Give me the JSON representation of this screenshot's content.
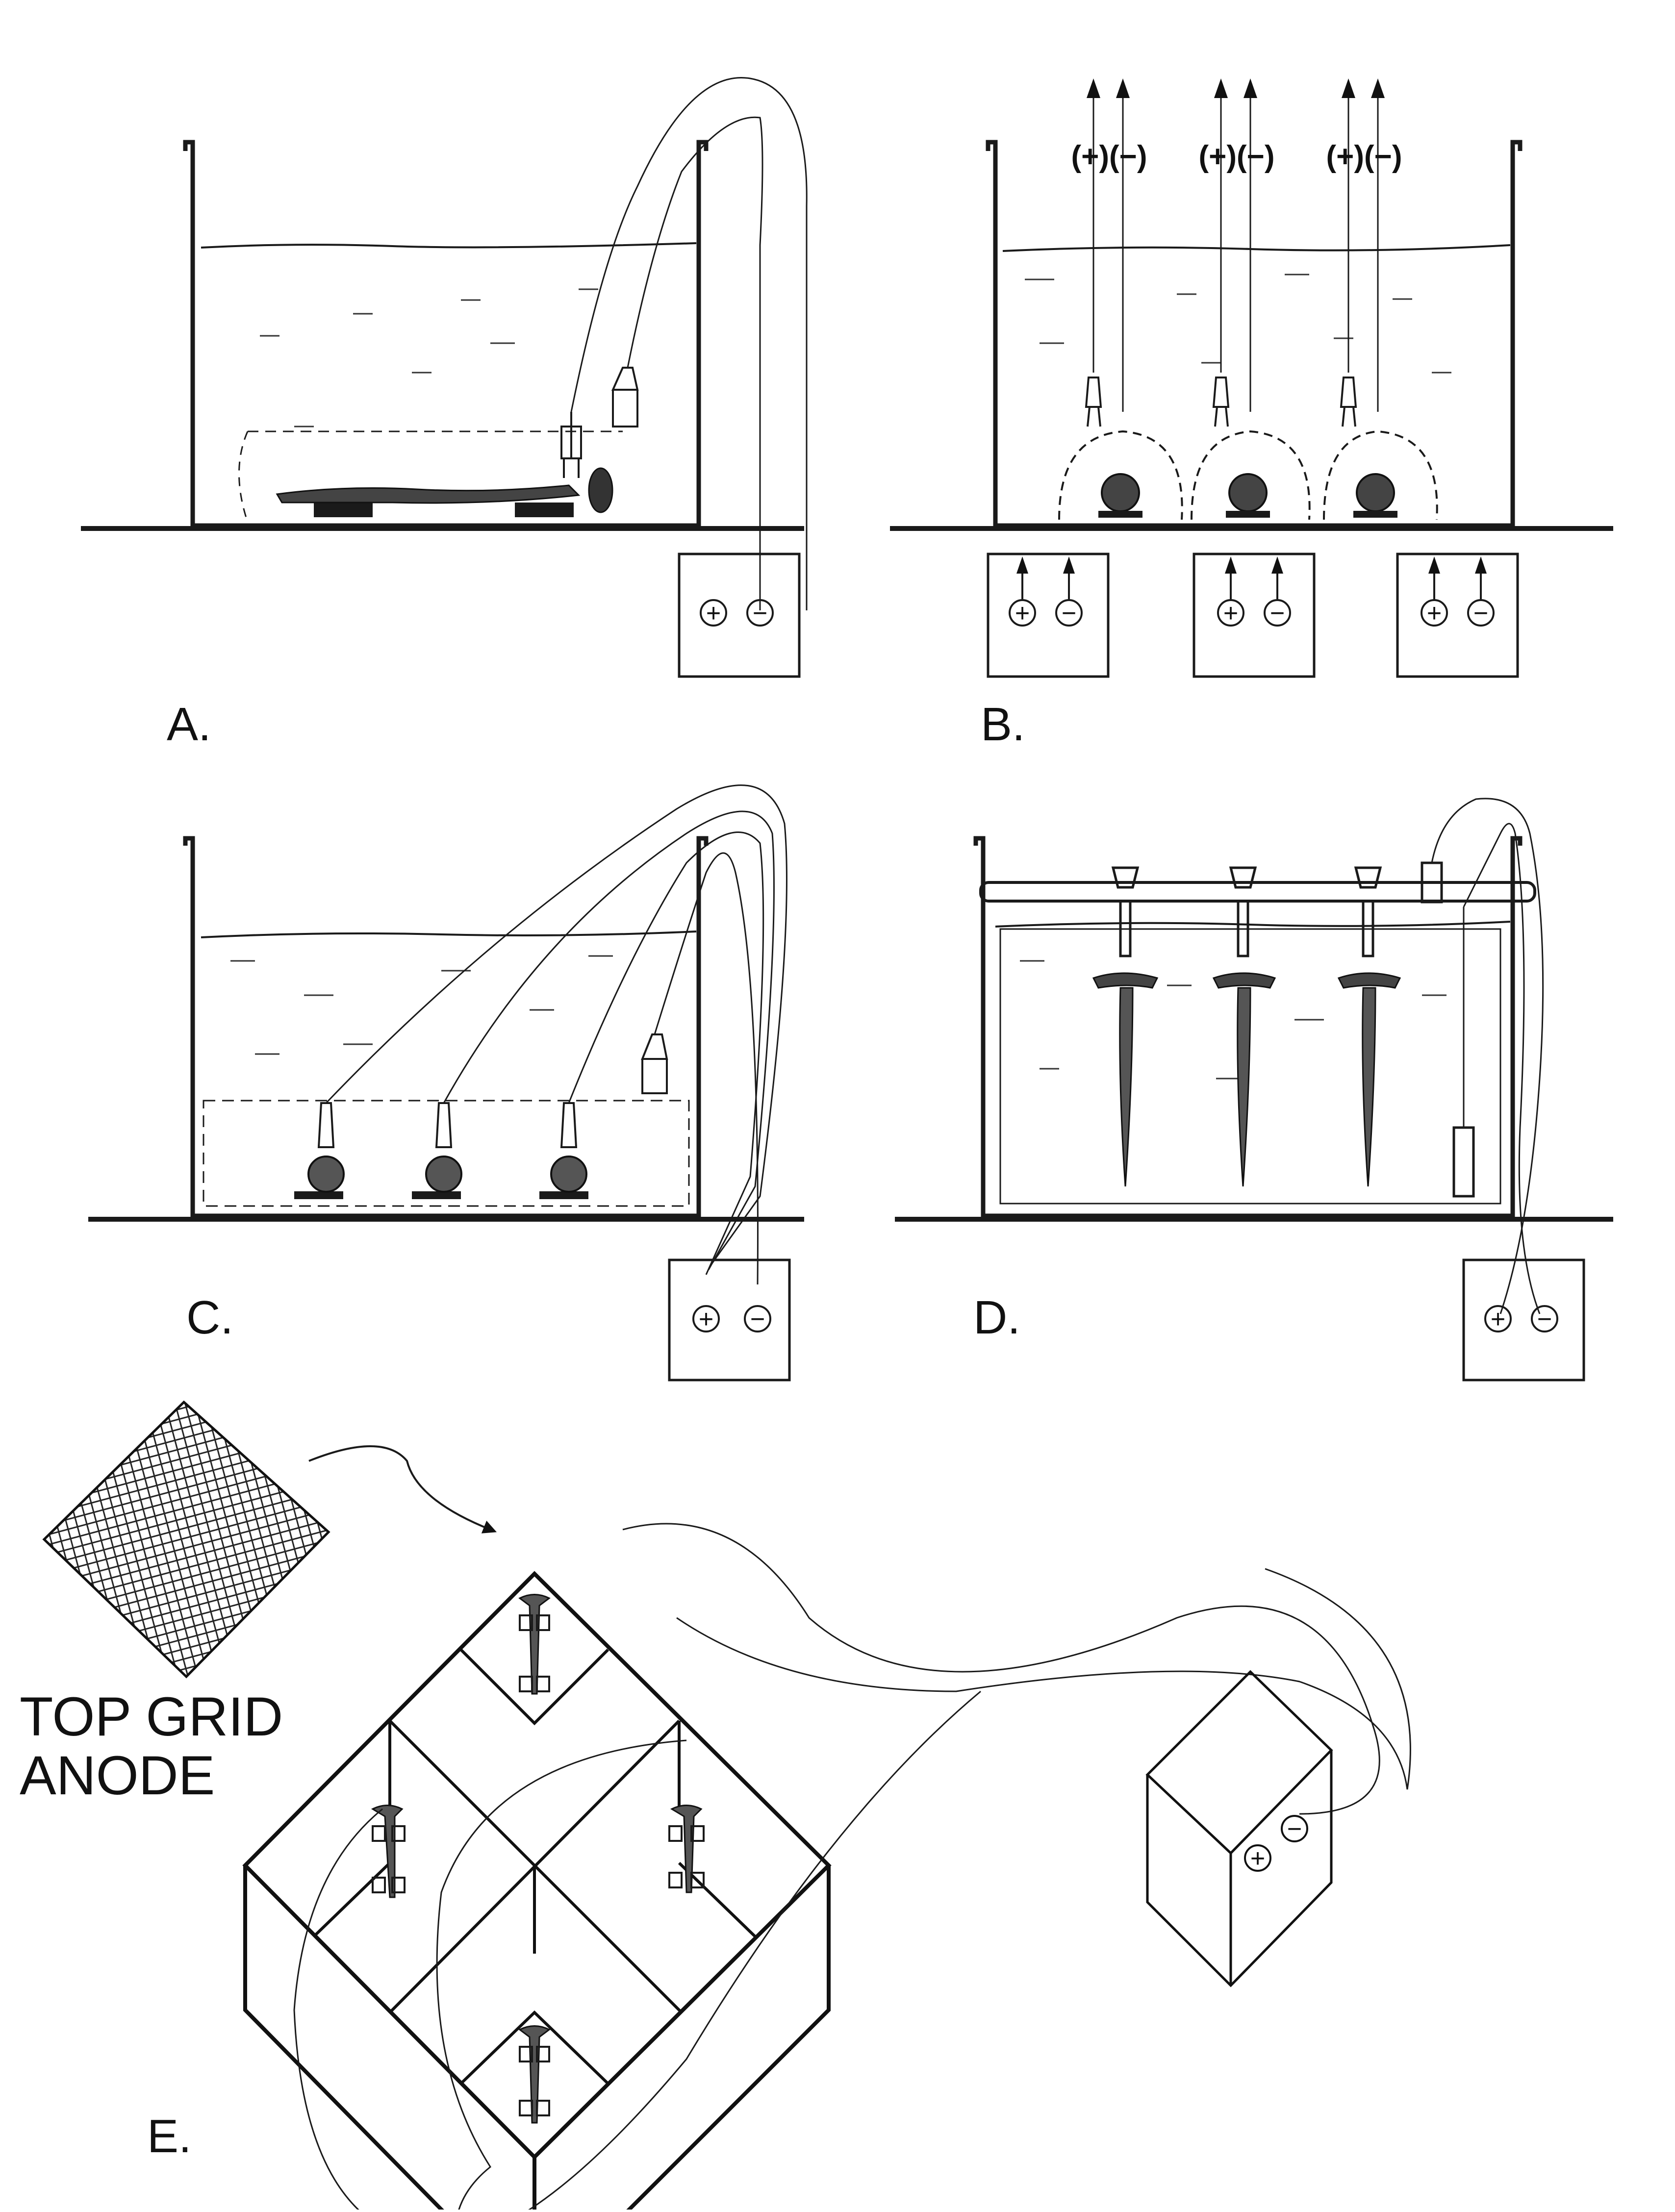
{
  "panels": {
    "a": {
      "label": "A."
    },
    "b": {
      "label": "B.",
      "polarity": [
        "(+)(−)",
        "(+)(−)",
        "(+)(−)"
      ]
    },
    "c": {
      "label": "C."
    },
    "d": {
      "label": "D."
    },
    "e": {
      "label": "E.",
      "anode_caption_line1": "TOP GRID",
      "anode_caption_line2": "ANODE"
    }
  },
  "terminals": {
    "positive": "+",
    "negative": "−"
  }
}
